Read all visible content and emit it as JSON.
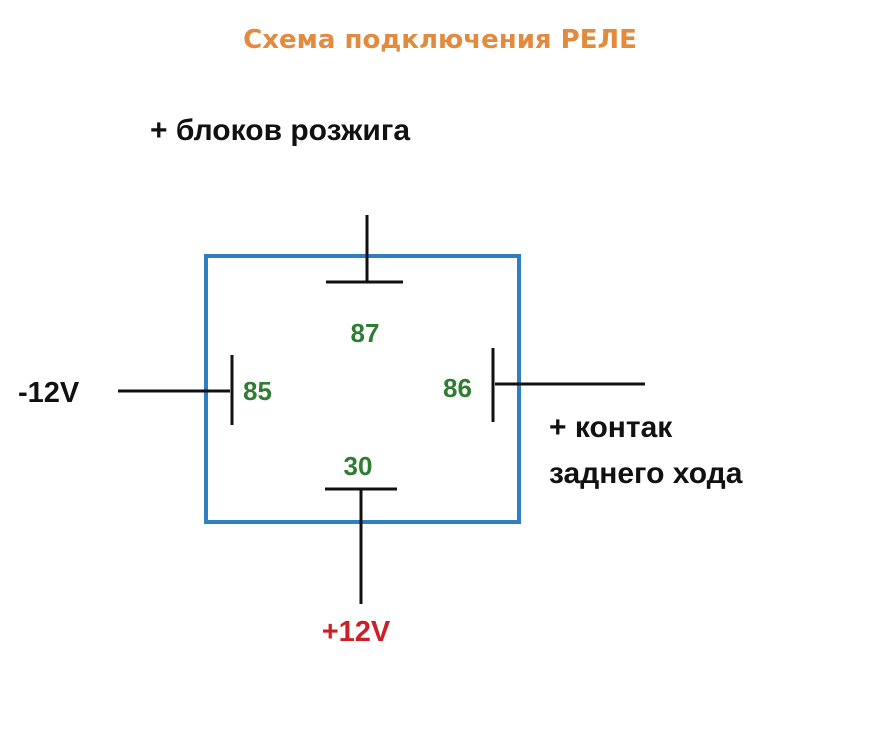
{
  "diagram": {
    "title": "Схема подключения РЕЛЕ",
    "colors": {
      "title": "#e28a3e",
      "relay_border": "#2f7fc1",
      "pin_numbers": "#2e7d32",
      "positive_supply": "#cc1f26",
      "wires": "#111111"
    },
    "relay": {
      "pins": {
        "p87": "87",
        "p85": "85",
        "p86": "86",
        "p30": "30"
      }
    },
    "connections": {
      "top_label": "+ блоков розжига",
      "left_label": "-12V",
      "right_label_line1": "+ контак",
      "right_label_line2": "заднего хода",
      "bottom_label": "+12V"
    }
  }
}
